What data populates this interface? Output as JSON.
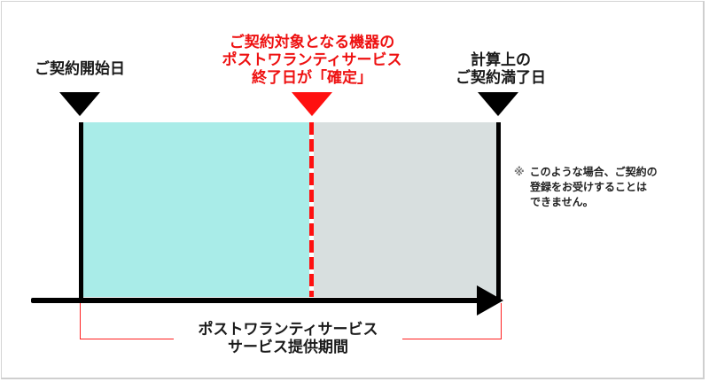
{
  "diagram": {
    "type": "timeline",
    "markers": {
      "contract_start": {
        "label": "ご契約開始日",
        "color": "#000000"
      },
      "warranty_end_confirmed": {
        "lines": [
          "ご契約対象となる機器の",
          "ポストワランティサービス",
          "終了日が「確定」"
        ],
        "color": "#ff1010"
      },
      "calculated_contract_end": {
        "lines": [
          "計算上の",
          "ご契約満了日"
        ],
        "color": "#000000"
      }
    },
    "regions": {
      "before_confirmed": {
        "color": "#a9ece8"
      },
      "after_confirmed": {
        "color": "#d8dfdf"
      }
    },
    "note": {
      "mark": "※",
      "lines": [
        "このような場合、ご契約の",
        "登録をお受けすることは",
        "できません。"
      ]
    },
    "period": {
      "lines": [
        "ポストワランティサービス",
        "サービス提供期間"
      ],
      "bracket_color": "#ff2020"
    }
  }
}
